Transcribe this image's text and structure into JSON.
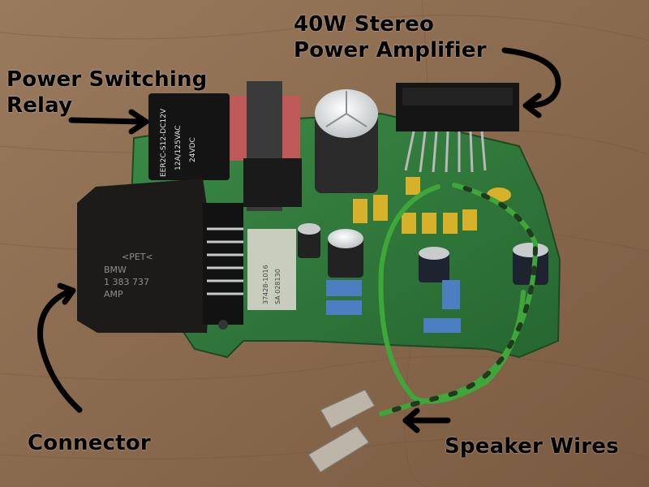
{
  "labels": {
    "relay": [
      "Power Switching",
      "Relay"
    ],
    "amplifier": [
      "40W Stereo",
      "Power Amplifier"
    ],
    "connector": "Connector",
    "speaker_wires": "Speaker Wires"
  },
  "relay_markings": [
    "EER2C-S12-DC12V",
    "12A/125VAC",
    "24VDC"
  ],
  "connector_markings": [
    "<PET<",
    "BMW",
    "1 383 737",
    "AMP"
  ],
  "sticker_markings": [
    "37428-1016",
    "SA 028130"
  ],
  "colors": {
    "background_wood": "#8b6a4e",
    "pcb_green": "#2f7a3c",
    "connector_black": "#1c1b1a",
    "relay_black": "#141414",
    "wire_green": "#3fa63a",
    "label_text": "#000000"
  }
}
